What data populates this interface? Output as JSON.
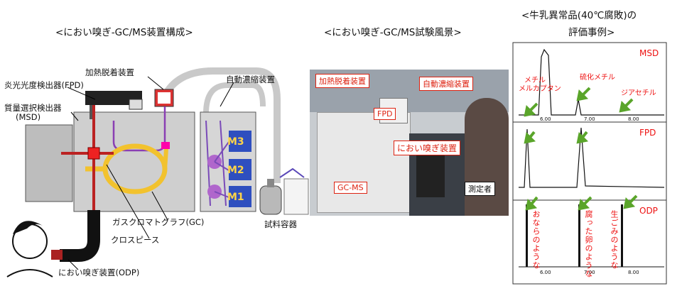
{
  "left": {
    "title": "<におい嗅ぎ-GC/MS装置構成>",
    "labels": {
      "heat_desorption": "加熱脱着装置",
      "fpd": "炎光光度検出器(FPD)",
      "msd_line1": "質量選択検出器",
      "msd_line2": "(MSD)",
      "auto_conc": "自動濃縮装置",
      "gc": "ガスクロマトグラフ(GC)",
      "cross_piece": "クロスピース",
      "odp": "におい嗅ぎ装置(ODP)",
      "sample_container": "試料容器"
    },
    "modules": [
      "M3",
      "M2",
      "M1"
    ]
  },
  "middle": {
    "title": "<におい嗅ぎ-GC/MS試験風景>",
    "labels": {
      "heat_desorption": "加熱脱着装置",
      "auto_conc": "自動濃縮装置",
      "fpd": "FPD",
      "odp": "におい嗅ぎ装置",
      "gcms": "GC-MS",
      "operator": "測定者"
    }
  },
  "right": {
    "title_line1": "<牛乳異常品(40℃腐敗)の",
    "title_line2": "評価事例>",
    "panels": [
      {
        "detector": "MSD",
        "annotations": [
          "メチル",
          "メルカプタン",
          "硫化メチル",
          "ジアセチル"
        ],
        "ticks": [
          "6.00",
          "7.00",
          "8.00"
        ]
      },
      {
        "detector": "FPD",
        "annotations": [],
        "ticks": []
      },
      {
        "detector": "ODP",
        "annotations": [
          "おならのような",
          "腐った卵のような",
          "生ごみのような"
        ],
        "ticks": [
          "6.00",
          "7.00",
          "8.00"
        ]
      }
    ]
  },
  "colors": {
    "accent_red": "#e11111",
    "arrow_green": "#5aa52a",
    "gc_box": "#cfcfcf",
    "column_yellow": "#f2c22e",
    "module_blue": "#2f4fbf"
  }
}
